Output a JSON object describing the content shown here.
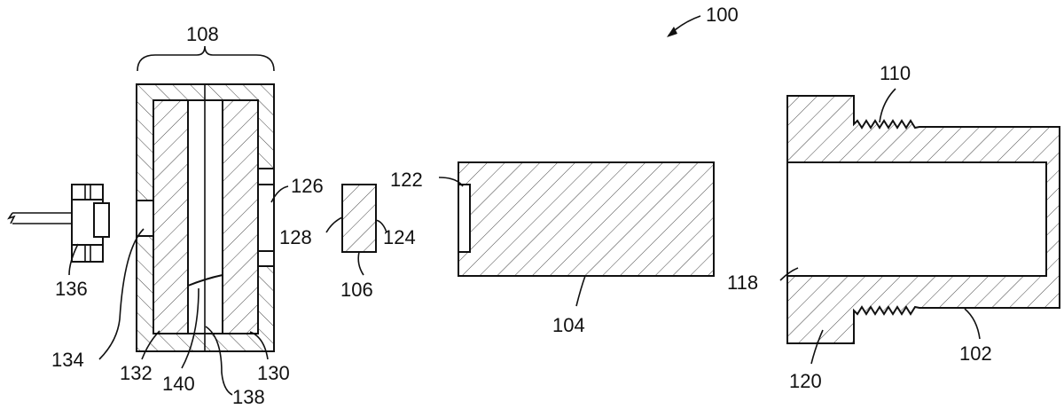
{
  "figure": {
    "assembly_label": "100",
    "labels": {
      "l102": "102",
      "l104": "104",
      "l106": "106",
      "l108": "108",
      "l110": "110",
      "l118": "118",
      "l120": "120",
      "l122": "122",
      "l124": "124",
      "l126": "126",
      "l128": "128",
      "l130": "130",
      "l132": "132",
      "l134": "134",
      "l136": "136",
      "l138": "138",
      "l140": "140"
    }
  }
}
